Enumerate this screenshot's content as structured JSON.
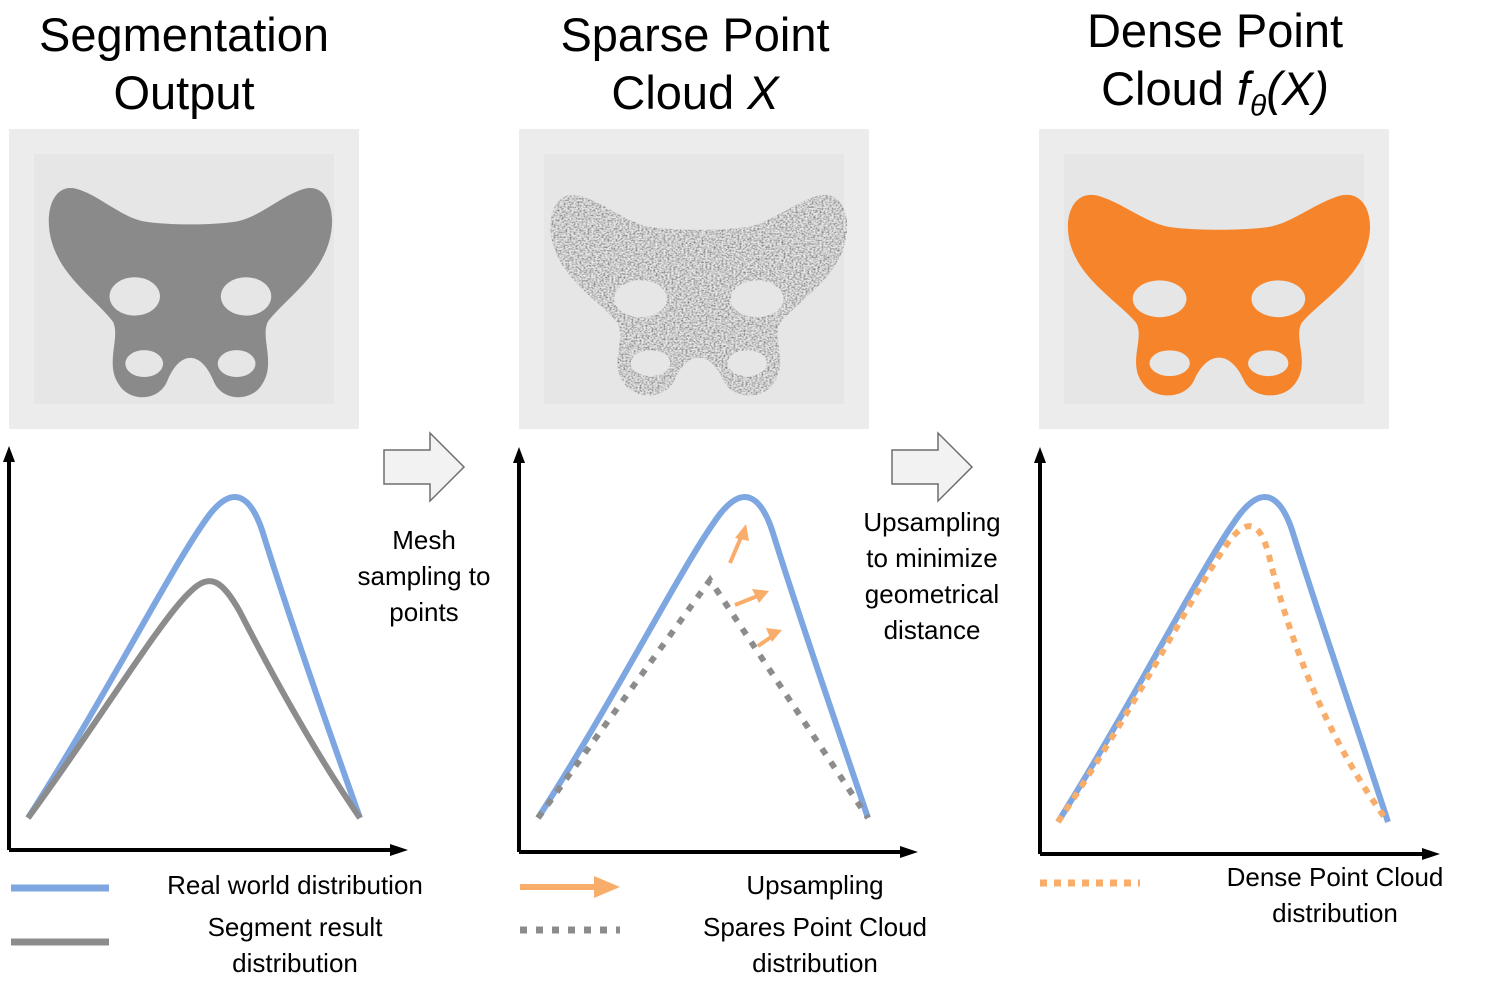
{
  "columns": [
    {
      "title_line1": "Segmentation",
      "title_line2": "Output"
    },
    {
      "title_line1": "Sparse Point",
      "title_line2_prefix": "Cloud ",
      "title_line2_italic": "X"
    },
    {
      "title_line1": "Dense Point",
      "title_line2_prefix": "Cloud ",
      "title_line2_italic_f": "f",
      "title_line2_sub": "θ",
      "title_line2_italic_tail": "(X)"
    }
  ],
  "steps": [
    {
      "lines": [
        "Mesh",
        "sampling to",
        "points"
      ]
    },
    {
      "lines": [
        "Upsampling",
        "to minimize",
        "geometrical",
        "distance"
      ]
    }
  ],
  "legend": {
    "real_world": "Real world distribution",
    "segment_line1": "Segment result",
    "segment_line2": "distribution",
    "upsampling": "Upsampling",
    "sparse_line1": "Spares Point Cloud",
    "sparse_line2": "distribution",
    "dense_line1": "Dense Point Cloud",
    "dense_line2": "distribution"
  },
  "colors": {
    "real_world": "#7ea6e0",
    "segment": "#8c8c8c",
    "upsampling": "#f9ad6a",
    "dense_bone": "#f5842a",
    "gray_bone": "#8a8a8a"
  },
  "icons": [
    "pelvis-segmentation-image",
    "pelvis-sparse-point-cloud-image",
    "pelvis-dense-point-cloud-image",
    "right-arrow-icon"
  ]
}
